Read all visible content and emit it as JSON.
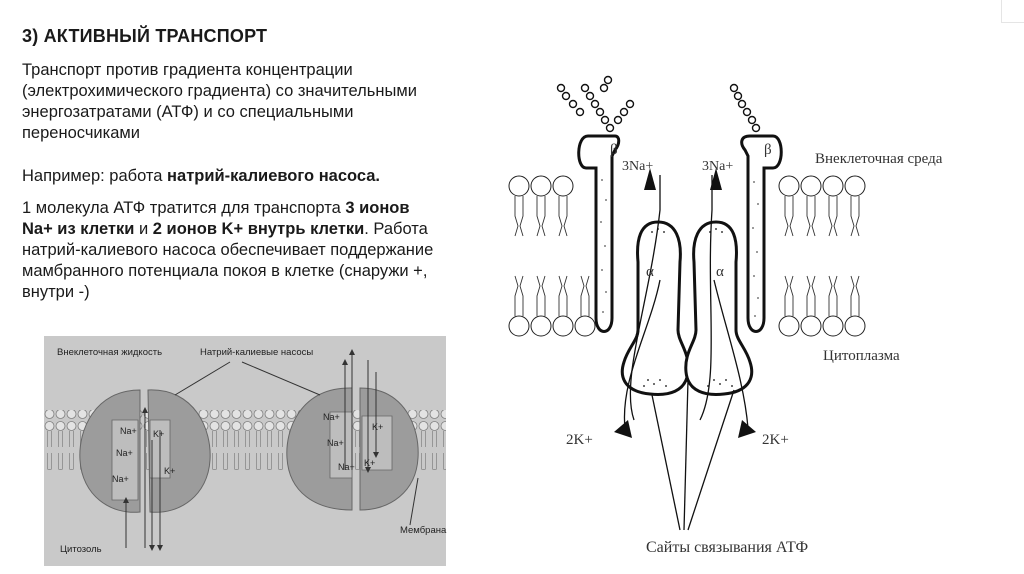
{
  "slide": {
    "title": "3) АКТИВНЫЙ ТРАНСПОРТ",
    "para1": "Транспорт против градиента концентрации (электрохимического градиента) со значительными энергозатратами (АТФ) и со специальными переносчиками",
    "para2_prefix": "Например: работа ",
    "para2_bold": "натрий-калиевого насоса.",
    "para3_a": "1 молекула АТФ тратится для транспорта ",
    "para3_b": "3 ионов Na+ из клетки",
    "para3_c": " и ",
    "para3_d": "2 ионов K+ внутрь клетки",
    "para3_e": ". Работа натрий-калиевого насоса обеспечивает поддержание мамбранного потенциала покоя в клетке (снаружи +, внутри -)"
  },
  "left_figure": {
    "label_extracellular": "Внеклеточная жидкость",
    "label_pumps": "Натрий-калиевые насосы",
    "label_cytosol": "Цитозоль",
    "label_membrane": "Мембрана",
    "na": "Na+",
    "k": "K+",
    "colors": {
      "background": "#c8c8c8",
      "protein": "#9a9a9a",
      "membrane": "#b5b5b5"
    }
  },
  "right_figure": {
    "label_extracellular": "Внеклеточная среда",
    "label_cytoplasm": "Цитоплазма",
    "label_atp_sites": "Сайты связывания АТФ",
    "label_3na": "3Na+",
    "label_2k": "2K+",
    "beta": "β",
    "alpha": "α"
  }
}
